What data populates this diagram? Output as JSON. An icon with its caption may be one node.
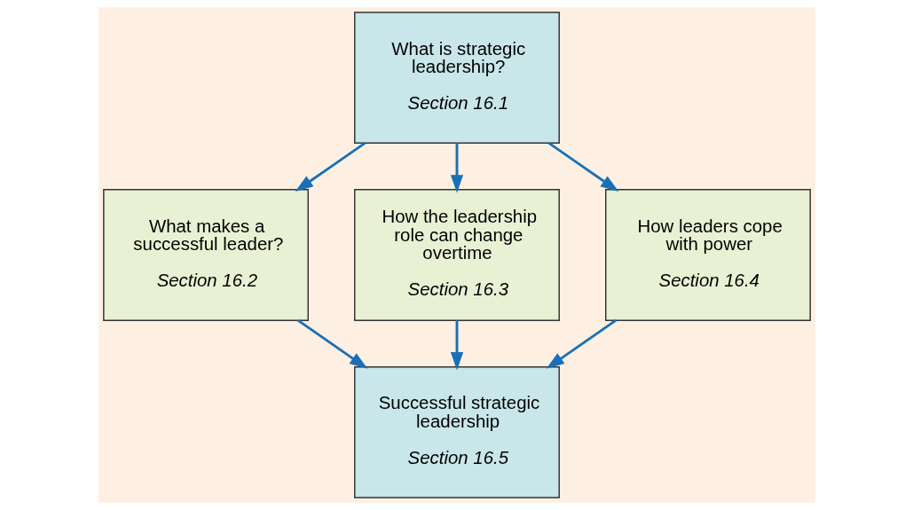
{
  "diagram": {
    "nodes": [
      {
        "text": [
          "What is strategic leadership?",
          "Section 16.1"
        ]
      },
      {
        "text": [
          "What makes a successful leader?",
          "Section 16.2"
        ]
      },
      {
        "text": [
          "How the leadership role can change overtime",
          "Section 16.3"
        ]
      },
      {
        "text": [
          "How leaders cope with power",
          "Section 16.4"
        ]
      },
      {
        "text": [
          "Successful strategic leadership",
          "Section 16.5"
        ]
      }
    ],
    "edges": [
      {
        "from": 0,
        "to": 1,
        "arrow": "to"
      },
      {
        "from": 0,
        "to": 2,
        "arrow": "to"
      },
      {
        "from": 0,
        "to": 3,
        "arrow": "to"
      },
      {
        "from": 1,
        "to": 4,
        "arrow": "to"
      },
      {
        "from": 2,
        "to": 4,
        "arrow": "to"
      },
      {
        "from": 3,
        "to": 4,
        "arrow": "to"
      }
    ]
  }
}
